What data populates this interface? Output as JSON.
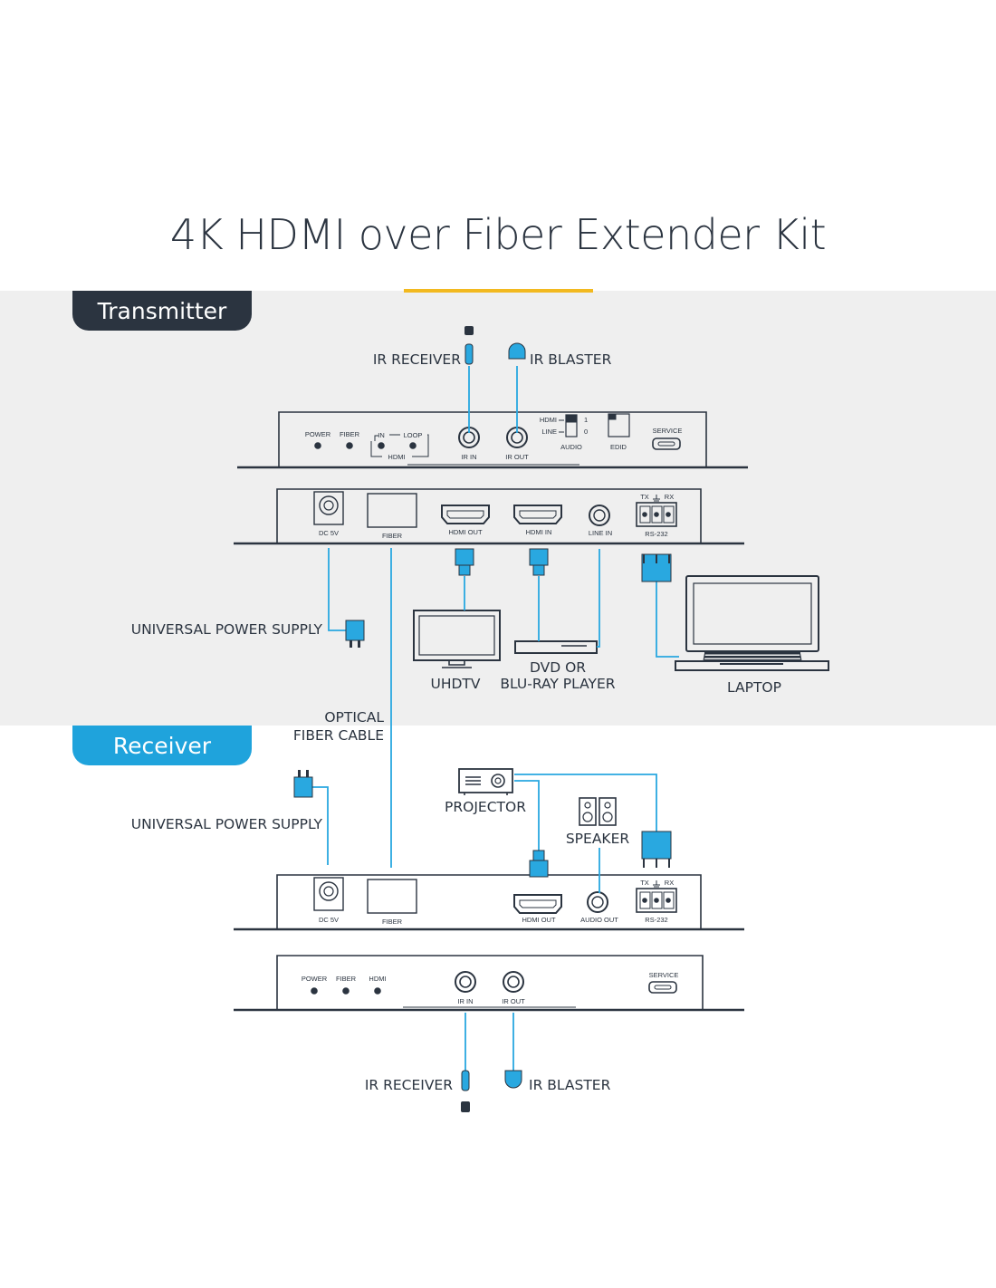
{
  "title": "4K HDMI over Fiber Extender Kit",
  "colors": {
    "accent": "#f2b91f",
    "dark": "#2b3440",
    "cable": "#29a8e0",
    "band": "#efefef"
  },
  "transmitter": {
    "tab": "Transmitter",
    "top_labels": {
      "ir_receiver": "IR RECEIVER",
      "ir_blaster": "IR BLASTER"
    },
    "front_panel": {
      "power": "POWER",
      "fiber": "FIBER",
      "in": "IN",
      "loop": "LOOP",
      "hdmi": "HDMI",
      "ir_in": "IR IN",
      "ir_out": "IR OUT",
      "hdmi_switch": "HDMI",
      "line_switch": "LINE",
      "one": "1",
      "zero": "0",
      "audio": "AUDIO",
      "edid": "EDID",
      "service": "SERVICE"
    },
    "rear_panel": {
      "dc5v": "DC 5V",
      "fiber": "FIBER",
      "hdmi_out": "HDMI OUT",
      "hdmi_in": "HDMI IN",
      "line_in": "LINE  IN",
      "tx": "TX",
      "rx": "RX",
      "rs232": "RS-232"
    },
    "devices": {
      "power_supply": "UNIVERSAL POWER SUPPLY",
      "uhdtv": "UHDTV",
      "player_line1": "DVD OR",
      "player_line2": "BLU-RAY PLAYER",
      "laptop": "LAPTOP"
    }
  },
  "cable": {
    "line1": "OPTICAL",
    "line2": "FIBER CABLE"
  },
  "receiver": {
    "tab": "Receiver",
    "devices": {
      "power_supply": "UNIVERSAL POWER SUPPLY",
      "projector": "PROJECTOR",
      "speaker": "SPEAKER"
    },
    "rear_panel": {
      "dc5v": "DC 5V",
      "fiber": "FIBER",
      "hdmi_out": "HDMI OUT",
      "audio_out": "AUDIO OUT",
      "tx": "TX",
      "rx": "RX",
      "rs232": "RS-232"
    },
    "front_panel": {
      "power": "POWER",
      "fiber": "FIBER",
      "hdmi": "HDMI",
      "ir_in": "IR IN",
      "ir_out": "IR OUT",
      "service": "SERVICE"
    },
    "bottom_labels": {
      "ir_receiver": "IR RECEIVER",
      "ir_blaster": "IR BLASTER"
    }
  }
}
